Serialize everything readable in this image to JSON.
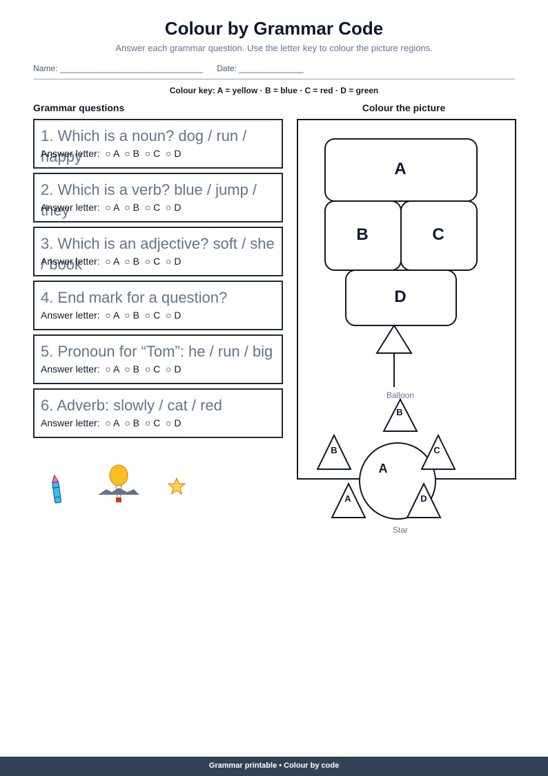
{
  "header": {
    "title": "Colour by Grammar Code",
    "subtitle": "Answer each grammar question. Use the letter key to colour the picture regions.",
    "name_label": "Name: _______________________________",
    "date_label": "Date: ______________",
    "colour_key": "Colour key: A = yellow · B = blue · C = red · D = green"
  },
  "left": {
    "heading": "Grammar questions",
    "questions": [
      {
        "text": "1. Which is a noun?  dog / run / happy",
        "answer": "Answer letter:  ○ A  ○ B  ○ C  ○ D"
      },
      {
        "text": "2. Which is a verb?  blue / jump / they",
        "answer": "Answer letter:  ○ A  ○ B  ○ C  ○ D"
      },
      {
        "text": "3. Which is an adjective?  soft / she / book",
        "answer": "Answer letter:  ○ A  ○ B  ○ C  ○ D"
      },
      {
        "text": "4. End mark for a question?",
        "answer": "Answer letter:  ○ A  ○ B  ○ C  ○ D"
      },
      {
        "text": "5. Pronoun for “Tom”: he / run / big",
        "answer": "Answer letter:  ○ A  ○ B  ○ C  ○ D"
      },
      {
        "text": "6. Adverb: slowly / cat / red",
        "answer": "Answer letter:  ○ A  ○ B  ○ C  ○ D"
      }
    ],
    "stickers": [
      "crayon-icon",
      "balloon-icon",
      "star-icon"
    ]
  },
  "right": {
    "heading": "Colour the picture",
    "balloon": {
      "caption": "Balloon",
      "regions": [
        "A",
        "B",
        "C",
        "D"
      ]
    },
    "star": {
      "caption": "Star",
      "center": "A",
      "points": [
        "B",
        "C",
        "A",
        "D",
        "B"
      ]
    }
  },
  "footer": {
    "text": "Grammar printable • Colour by code"
  },
  "colors": {
    "ink": "#111827",
    "muted": "#64748b",
    "footer_bg": "#334155"
  }
}
